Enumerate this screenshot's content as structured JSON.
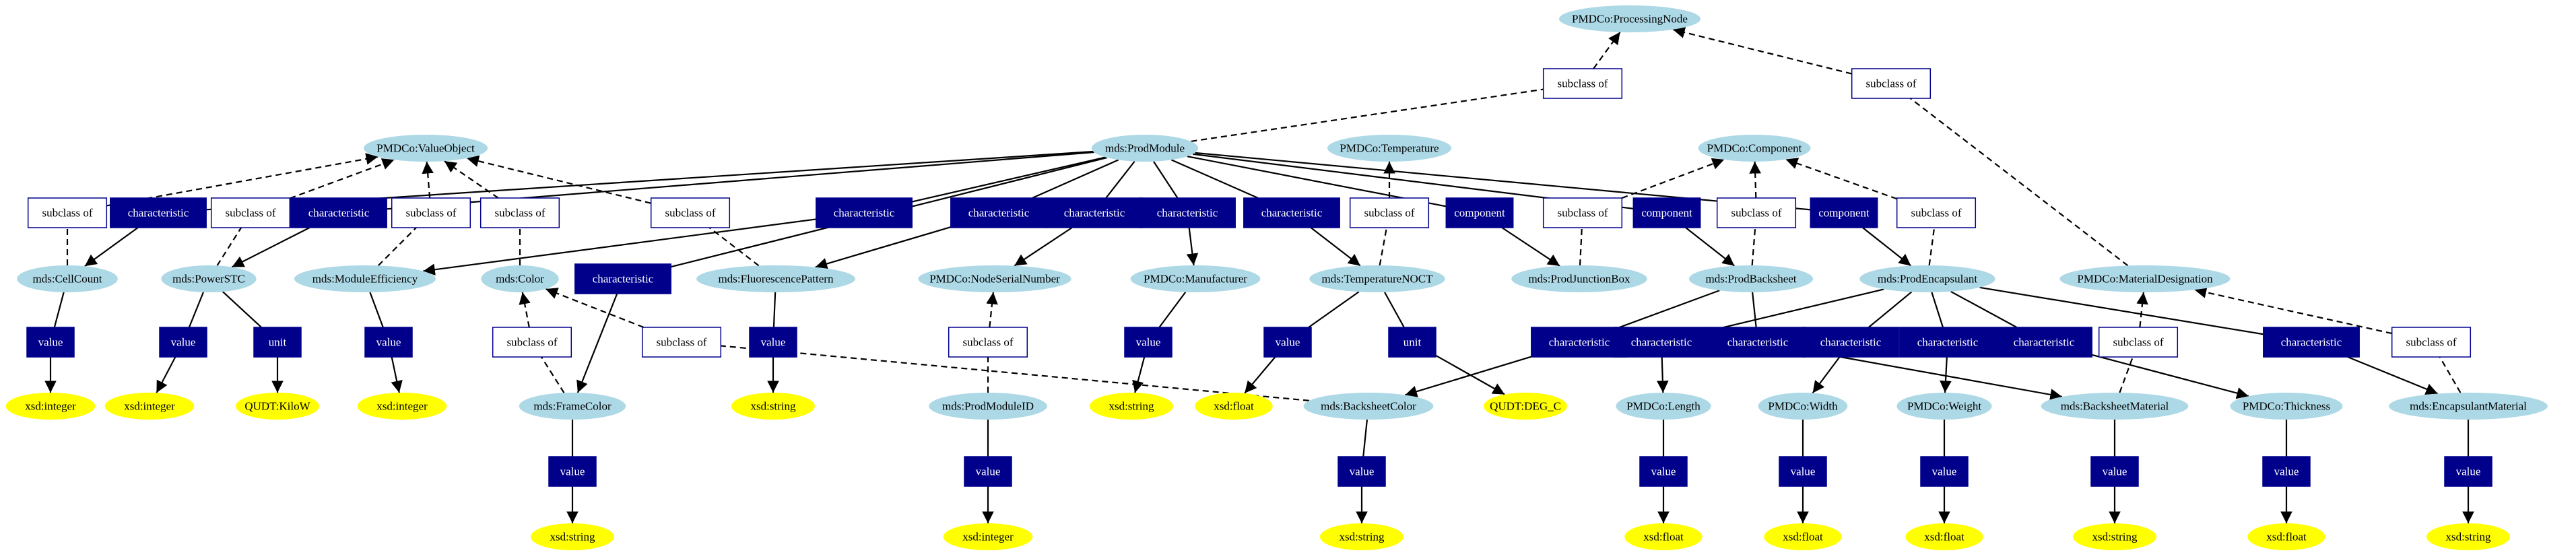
{
  "colors": {
    "class_fill": "#add8e6",
    "literal_fill": "#ffff00",
    "relation_fill": "#00008b",
    "relation_text": "#ffffff",
    "subclass_fill": "#ffffff",
    "subclass_stroke": "#00008b",
    "edge": "#000000"
  },
  "nodes": [
    {
      "id": "processing_node",
      "type": "class",
      "label": "PMDCo:ProcessingNode"
    },
    {
      "id": "sc_pm_pn",
      "type": "subclass",
      "label": "subclass of"
    },
    {
      "id": "sc_md_pn",
      "type": "subclass",
      "label": "subclass of"
    },
    {
      "id": "value_object",
      "type": "class",
      "label": "PMDCo:ValueObject"
    },
    {
      "id": "prod_module",
      "type": "class",
      "label": "mds:ProdModule"
    },
    {
      "id": "temperature",
      "type": "class",
      "label": "PMDCo:Temperature"
    },
    {
      "id": "component",
      "type": "class",
      "label": "PMDCo:Component"
    },
    {
      "id": "sc_cellcount",
      "type": "subclass",
      "label": "subclass of"
    },
    {
      "id": "ch_cellcount",
      "type": "characteristic",
      "label": "characteristic"
    },
    {
      "id": "sc_powerstc",
      "type": "subclass",
      "label": "subclass of"
    },
    {
      "id": "ch_powerstc",
      "type": "characteristic",
      "label": "characteristic"
    },
    {
      "id": "sc_moduleeff",
      "type": "subclass",
      "label": "subclass of"
    },
    {
      "id": "sc_color",
      "type": "subclass",
      "label": "subclass of"
    },
    {
      "id": "sc_fluor",
      "type": "subclass",
      "label": "subclass of"
    },
    {
      "id": "ch_moduleeff",
      "type": "characteristic",
      "label": "characteristic"
    },
    {
      "id": "ch_fluor",
      "type": "characteristic",
      "label": "characteristic"
    },
    {
      "id": "ch_serial",
      "type": "characteristic",
      "label": "characteristic"
    },
    {
      "id": "ch_manufacturer",
      "type": "characteristic",
      "label": "characteristic"
    },
    {
      "id": "ch_tempnoct",
      "type": "characteristic",
      "label": "characteristic"
    },
    {
      "id": "sc_tempnoct",
      "type": "subclass",
      "label": "subclass of"
    },
    {
      "id": "comp_junction",
      "type": "characteristic",
      "label": "component"
    },
    {
      "id": "sc_junction",
      "type": "subclass",
      "label": "subclass of"
    },
    {
      "id": "comp_backsheet",
      "type": "characteristic",
      "label": "component"
    },
    {
      "id": "sc_backsheet",
      "type": "subclass",
      "label": "subclass of"
    },
    {
      "id": "comp_encaps",
      "type": "characteristic",
      "label": "component"
    },
    {
      "id": "sc_encaps",
      "type": "subclass",
      "label": "subclass of"
    },
    {
      "id": "cellcount",
      "type": "class",
      "label": "mds:CellCount"
    },
    {
      "id": "powerstc",
      "type": "class",
      "label": "mds:PowerSTC"
    },
    {
      "id": "moduleeff",
      "type": "class",
      "label": "mds:ModuleEfficiency"
    },
    {
      "id": "color",
      "type": "class",
      "label": "mds:Color"
    },
    {
      "id": "ch_framecolor",
      "type": "characteristic",
      "label": "characteristic"
    },
    {
      "id": "fluor",
      "type": "class",
      "label": "mds:FluorescencePattern"
    },
    {
      "id": "serial",
      "type": "class",
      "label": "PMDCo:NodeSerialNumber"
    },
    {
      "id": "manufacturer",
      "type": "class",
      "label": "PMDCo:Manufacturer"
    },
    {
      "id": "tempnoct",
      "type": "class",
      "label": "mds:TemperatureNOCT"
    },
    {
      "id": "junction",
      "type": "class",
      "label": "mds:ProdJunctionBox"
    },
    {
      "id": "backsheet",
      "type": "class",
      "label": "mds:ProdBacksheet"
    },
    {
      "id": "encapsulant",
      "type": "class",
      "label": "mds:ProdEncapsulant"
    },
    {
      "id": "material_designation",
      "type": "class",
      "label": "PMDCo:MaterialDesignation"
    },
    {
      "id": "v_cellcount",
      "type": "characteristic",
      "label": "value"
    },
    {
      "id": "v_powerstc",
      "type": "characteristic",
      "label": "value"
    },
    {
      "id": "u_powerstc",
      "type": "characteristic",
      "label": "unit"
    },
    {
      "id": "v_moduleeff",
      "type": "characteristic",
      "label": "value"
    },
    {
      "id": "sc_framecolor",
      "type": "subclass",
      "label": "subclass of"
    },
    {
      "id": "sc_bscolor",
      "type": "subclass",
      "label": "subclass of"
    },
    {
      "id": "v_fluor",
      "type": "characteristic",
      "label": "value"
    },
    {
      "id": "sc_moduleid",
      "type": "subclass",
      "label": "subclass of"
    },
    {
      "id": "v_manufacturer",
      "type": "characteristic",
      "label": "value"
    },
    {
      "id": "v_tempnoct",
      "type": "characteristic",
      "label": "value"
    },
    {
      "id": "u_tempnoct",
      "type": "characteristic",
      "label": "unit"
    },
    {
      "id": "ch_bscolor",
      "type": "characteristic",
      "label": "characteristic"
    },
    {
      "id": "ch_length",
      "type": "characteristic",
      "label": "characteristic"
    },
    {
      "id": "ch_bsmaterial",
      "type": "characteristic",
      "label": "characteristic"
    },
    {
      "id": "ch_width",
      "type": "characteristic",
      "label": "characteristic"
    },
    {
      "id": "ch_weight",
      "type": "characteristic",
      "label": "characteristic"
    },
    {
      "id": "ch_thickness",
      "type": "characteristic",
      "label": "characteristic"
    },
    {
      "id": "sc_bsmaterial",
      "type": "subclass",
      "label": "subclass of"
    },
    {
      "id": "ch_encmaterial",
      "type": "characteristic",
      "label": "characteristic"
    },
    {
      "id": "sc_encmaterial",
      "type": "subclass",
      "label": "subclass of"
    },
    {
      "id": "lit_cellcount",
      "type": "literal",
      "label": "xsd:integer"
    },
    {
      "id": "lit_powerstc",
      "type": "literal",
      "label": "xsd:integer"
    },
    {
      "id": "lit_kilow",
      "type": "literal",
      "label": "QUDT:KiloW"
    },
    {
      "id": "lit_moduleeff",
      "type": "literal",
      "label": "xsd:integer"
    },
    {
      "id": "framecolor",
      "type": "class",
      "label": "mds:FrameColor"
    },
    {
      "id": "lit_fluor",
      "type": "literal",
      "label": "xsd:string"
    },
    {
      "id": "moduleid",
      "type": "class",
      "label": "mds:ProdModuleID"
    },
    {
      "id": "lit_manufacturer",
      "type": "literal",
      "label": "xsd:string"
    },
    {
      "id": "lit_tempnoct",
      "type": "literal",
      "label": "xsd:float"
    },
    {
      "id": "bscolor",
      "type": "class",
      "label": "mds:BacksheetColor"
    },
    {
      "id": "lit_degc",
      "type": "literal",
      "label": "QUDT:DEG_C"
    },
    {
      "id": "length",
      "type": "class",
      "label": "PMDCo:Length"
    },
    {
      "id": "width",
      "type": "class",
      "label": "PMDCo:Width"
    },
    {
      "id": "weight",
      "type": "class",
      "label": "PMDCo:Weight"
    },
    {
      "id": "bsmaterial",
      "type": "class",
      "label": "mds:BacksheetMaterial"
    },
    {
      "id": "thickness",
      "type": "class",
      "label": "PMDCo:Thickness"
    },
    {
      "id": "encmaterial",
      "type": "class",
      "label": "mds:EncapsulantMaterial"
    },
    {
      "id": "v_framecolor",
      "type": "characteristic",
      "label": "value"
    },
    {
      "id": "v_moduleid",
      "type": "characteristic",
      "label": "value"
    },
    {
      "id": "v_bscolor",
      "type": "characteristic",
      "label": "value"
    },
    {
      "id": "v_length",
      "type": "characteristic",
      "label": "value"
    },
    {
      "id": "v_width",
      "type": "characteristic",
      "label": "value"
    },
    {
      "id": "v_weight",
      "type": "characteristic",
      "label": "value"
    },
    {
      "id": "v_bsmaterial",
      "type": "characteristic",
      "label": "value"
    },
    {
      "id": "v_thickness",
      "type": "characteristic",
      "label": "value"
    },
    {
      "id": "v_encmaterial",
      "type": "characteristic",
      "label": "value"
    },
    {
      "id": "lit_framecolor",
      "type": "literal",
      "label": "xsd:string"
    },
    {
      "id": "lit_moduleid",
      "type": "literal",
      "label": "xsd:integer"
    },
    {
      "id": "lit_bscolor",
      "type": "literal",
      "label": "xsd:string"
    },
    {
      "id": "lit_length",
      "type": "literal",
      "label": "xsd:float"
    },
    {
      "id": "lit_width",
      "type": "literal",
      "label": "xsd:float"
    },
    {
      "id": "lit_weight",
      "type": "literal",
      "label": "xsd:float"
    },
    {
      "id": "lit_bsmaterial",
      "type": "literal",
      "label": "xsd:string"
    },
    {
      "id": "lit_thickness",
      "type": "literal",
      "label": "xsd:float"
    },
    {
      "id": "lit_encmaterial",
      "type": "literal",
      "label": "xsd:string"
    }
  ],
  "edges": [
    {
      "from": "sc_pm_pn",
      "to": "processing_node",
      "style": "dashed"
    },
    {
      "from": "sc_md_pn",
      "to": "processing_node",
      "style": "dashed"
    },
    {
      "from": "prod_module",
      "to": "sc_pm_pn",
      "style": "dashed",
      "arrow": false
    },
    {
      "from": "material_designation",
      "to": "sc_md_pn",
      "style": "dashed",
      "arrow": false
    },
    {
      "from": "sc_cellcount",
      "to": "value_object",
      "style": "dashed"
    },
    {
      "from": "sc_powerstc",
      "to": "value_object",
      "style": "dashed"
    },
    {
      "from": "sc_moduleeff",
      "to": "value_object",
      "style": "dashed"
    },
    {
      "from": "sc_color",
      "to": "value_object",
      "style": "dashed"
    },
    {
      "from": "sc_fluor",
      "to": "value_object",
      "style": "dashed"
    },
    {
      "from": "sc_tempnoct",
      "to": "temperature",
      "style": "dashed"
    },
    {
      "from": "sc_junction",
      "to": "component",
      "style": "dashed"
    },
    {
      "from": "sc_backsheet",
      "to": "component",
      "style": "dashed"
    },
    {
      "from": "sc_encaps",
      "to": "component",
      "style": "dashed"
    },
    {
      "from": "cellcount",
      "to": "sc_cellcount",
      "style": "dashed",
      "arrow": false
    },
    {
      "from": "powerstc",
      "to": "sc_powerstc",
      "style": "dashed",
      "arrow": false
    },
    {
      "from": "moduleeff",
      "to": "sc_moduleeff",
      "style": "dashed",
      "arrow": false
    },
    {
      "from": "color",
      "to": "sc_color",
      "style": "dashed",
      "arrow": false
    },
    {
      "from": "fluor",
      "to": "sc_fluor",
      "style": "dashed",
      "arrow": false
    },
    {
      "from": "tempnoct",
      "to": "sc_tempnoct",
      "style": "dashed",
      "arrow": false
    },
    {
      "from": "junction",
      "to": "sc_junction",
      "style": "dashed",
      "arrow": false
    },
    {
      "from": "backsheet",
      "to": "sc_backsheet",
      "style": "dashed",
      "arrow": false
    },
    {
      "from": "encapsulant",
      "to": "sc_encaps",
      "style": "dashed",
      "arrow": false
    },
    {
      "from": "prod_module",
      "to": "ch_cellcount",
      "style": "solid",
      "arrow": false
    },
    {
      "from": "prod_module",
      "to": "ch_powerstc",
      "style": "solid",
      "arrow": false
    },
    {
      "from": "prod_module",
      "to": "ch_moduleeff",
      "style": "solid",
      "arrow": false
    },
    {
      "from": "prod_module",
      "to": "ch_framecolor",
      "style": "solid",
      "arrow": false
    },
    {
      "from": "prod_module",
      "to": "ch_fluor",
      "style": "solid",
      "arrow": false
    },
    {
      "from": "prod_module",
      "to": "ch_serial",
      "style": "solid",
      "arrow": false
    },
    {
      "from": "prod_module",
      "to": "ch_manufacturer",
      "style": "solid",
      "arrow": false
    },
    {
      "from": "prod_module",
      "to": "ch_tempnoct",
      "style": "solid",
      "arrow": false
    },
    {
      "from": "prod_module",
      "to": "comp_junction",
      "style": "solid",
      "arrow": false
    },
    {
      "from": "prod_module",
      "to": "comp_backsheet",
      "style": "solid",
      "arrow": false
    },
    {
      "from": "prod_module",
      "to": "comp_encaps",
      "style": "solid",
      "arrow": false
    },
    {
      "from": "ch_cellcount",
      "to": "cellcount",
      "style": "solid"
    },
    {
      "from": "ch_powerstc",
      "to": "powerstc",
      "style": "solid"
    },
    {
      "from": "ch_moduleeff",
      "to": "moduleeff",
      "style": "solid"
    },
    {
      "from": "ch_framecolor",
      "to": "framecolor",
      "style": "solid"
    },
    {
      "from": "ch_fluor",
      "to": "fluor",
      "style": "solid"
    },
    {
      "from": "ch_serial",
      "to": "serial",
      "style": "solid"
    },
    {
      "from": "ch_manufacturer",
      "to": "manufacturer",
      "style": "solid"
    },
    {
      "from": "ch_tempnoct",
      "to": "tempnoct",
      "style": "solid"
    },
    {
      "from": "comp_junction",
      "to": "junction",
      "style": "solid"
    },
    {
      "from": "comp_backsheet",
      "to": "backsheet",
      "style": "solid"
    },
    {
      "from": "comp_encaps",
      "to": "encapsulant",
      "style": "solid"
    },
    {
      "from": "cellcount",
      "to": "v_cellcount",
      "style": "solid",
      "arrow": false
    },
    {
      "from": "powerstc",
      "to": "v_powerstc",
      "style": "solid",
      "arrow": false
    },
    {
      "from": "powerstc",
      "to": "u_powerstc",
      "style": "solid",
      "arrow": false
    },
    {
      "from": "moduleeff",
      "to": "v_moduleeff",
      "style": "solid",
      "arrow": false
    },
    {
      "from": "fluor",
      "to": "v_fluor",
      "style": "solid",
      "arrow": false
    },
    {
      "from": "manufacturer",
      "to": "v_manufacturer",
      "style": "solid",
      "arrow": false
    },
    {
      "from": "tempnoct",
      "to": "v_tempnoct",
      "style": "solid",
      "arrow": false
    },
    {
      "from": "tempnoct",
      "to": "u_tempnoct",
      "style": "solid",
      "arrow": false
    },
    {
      "from": "v_cellcount",
      "to": "lit_cellcount",
      "style": "solid"
    },
    {
      "from": "v_powerstc",
      "to": "lit_powerstc",
      "style": "solid"
    },
    {
      "from": "u_powerstc",
      "to": "lit_kilow",
      "style": "solid"
    },
    {
      "from": "v_moduleeff",
      "to": "lit_moduleeff",
      "style": "solid"
    },
    {
      "from": "v_fluor",
      "to": "lit_fluor",
      "style": "solid"
    },
    {
      "from": "v_manufacturer",
      "to": "lit_manufacturer",
      "style": "solid"
    },
    {
      "from": "v_tempnoct",
      "to": "lit_tempnoct",
      "style": "solid"
    },
    {
      "from": "u_tempnoct",
      "to": "lit_degc",
      "style": "solid"
    },
    {
      "from": "sc_framecolor",
      "to": "color",
      "style": "dashed"
    },
    {
      "from": "sc_bscolor",
      "to": "color",
      "style": "dashed"
    },
    {
      "from": "framecolor",
      "to": "sc_framecolor",
      "style": "dashed",
      "arrow": false
    },
    {
      "from": "bscolor",
      "to": "sc_bscolor",
      "style": "dashed",
      "arrow": false
    },
    {
      "from": "sc_moduleid",
      "to": "serial",
      "style": "dashed"
    },
    {
      "from": "moduleid",
      "to": "sc_moduleid",
      "style": "dashed",
      "arrow": false
    },
    {
      "from": "sc_bsmaterial",
      "to": "material_designation",
      "style": "dashed"
    },
    {
      "from": "sc_encmaterial",
      "to": "material_designation",
      "style": "dashed"
    },
    {
      "from": "bsmaterial",
      "to": "sc_bsmaterial",
      "style": "dashed",
      "arrow": false
    },
    {
      "from": "encmaterial",
      "to": "sc_encmaterial",
      "style": "dashed",
      "arrow": false
    },
    {
      "from": "backsheet",
      "to": "ch_bscolor",
      "style": "solid",
      "arrow": false
    },
    {
      "from": "backsheet",
      "to": "ch_bsmaterial",
      "style": "solid",
      "arrow": false
    },
    {
      "from": "encapsulant",
      "to": "ch_length",
      "style": "solid",
      "arrow": false
    },
    {
      "from": "encapsulant",
      "to": "ch_width",
      "style": "solid",
      "arrow": false
    },
    {
      "from": "encapsulant",
      "to": "ch_weight",
      "style": "solid",
      "arrow": false
    },
    {
      "from": "encapsulant",
      "to": "ch_thickness",
      "style": "solid",
      "arrow": false
    },
    {
      "from": "encapsulant",
      "to": "ch_encmaterial",
      "style": "solid",
      "arrow": false
    },
    {
      "from": "ch_bscolor",
      "to": "bscolor",
      "style": "solid"
    },
    {
      "from": "ch_bsmaterial",
      "to": "bsmaterial",
      "style": "solid"
    },
    {
      "from": "ch_length",
      "to": "length",
      "style": "solid"
    },
    {
      "from": "ch_width",
      "to": "width",
      "style": "solid"
    },
    {
      "from": "ch_weight",
      "to": "weight",
      "style": "solid"
    },
    {
      "from": "ch_thickness",
      "to": "thickness",
      "style": "solid"
    },
    {
      "from": "ch_encmaterial",
      "to": "encmaterial",
      "style": "solid"
    },
    {
      "from": "framecolor",
      "to": "v_framecolor",
      "style": "solid",
      "arrow": false
    },
    {
      "from": "moduleid",
      "to": "v_moduleid",
      "style": "solid",
      "arrow": false
    },
    {
      "from": "bscolor",
      "to": "v_bscolor",
      "style": "solid",
      "arrow": false
    },
    {
      "from": "length",
      "to": "v_length",
      "style": "solid",
      "arrow": false
    },
    {
      "from": "width",
      "to": "v_width",
      "style": "solid",
      "arrow": false
    },
    {
      "from": "weight",
      "to": "v_weight",
      "style": "solid",
      "arrow": false
    },
    {
      "from": "bsmaterial",
      "to": "v_bsmaterial",
      "style": "solid",
      "arrow": false
    },
    {
      "from": "thickness",
      "to": "v_thickness",
      "style": "solid",
      "arrow": false
    },
    {
      "from": "encmaterial",
      "to": "v_encmaterial",
      "style": "solid",
      "arrow": false
    },
    {
      "from": "v_framecolor",
      "to": "lit_framecolor",
      "style": "solid"
    },
    {
      "from": "v_moduleid",
      "to": "lit_moduleid",
      "style": "solid"
    },
    {
      "from": "v_bscolor",
      "to": "lit_bscolor",
      "style": "solid"
    },
    {
      "from": "v_length",
      "to": "lit_length",
      "style": "solid"
    },
    {
      "from": "v_width",
      "to": "lit_width",
      "style": "solid"
    },
    {
      "from": "v_weight",
      "to": "lit_weight",
      "style": "solid"
    },
    {
      "from": "v_bsmaterial",
      "to": "lit_bsmaterial",
      "style": "solid"
    },
    {
      "from": "v_thickness",
      "to": "lit_thickness",
      "style": "solid"
    },
    {
      "from": "v_encmaterial",
      "to": "lit_encmaterial",
      "style": "solid"
    }
  ]
}
